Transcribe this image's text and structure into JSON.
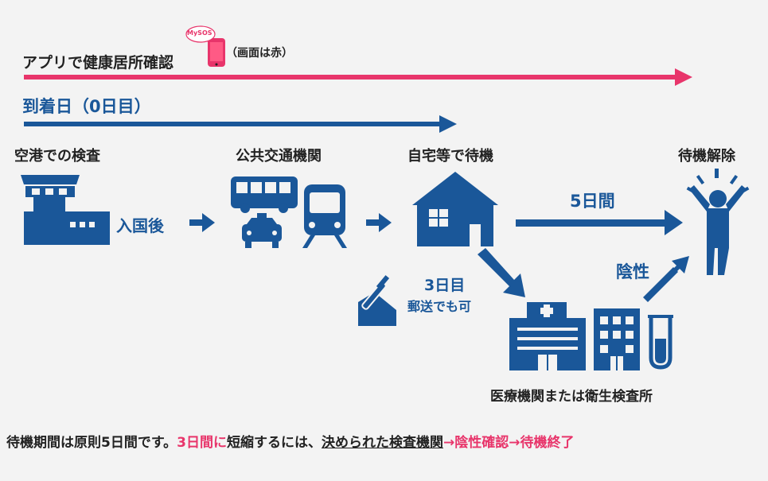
{
  "app_check": {
    "label": "アプリで健康居所確認",
    "phone_badge": "MySOS",
    "note": "（画面は赤）"
  },
  "arrival": {
    "label": "到着日（0日目）"
  },
  "steps": {
    "airport": "空港での検査",
    "transport": "公共交通機関",
    "home": "自宅等で待機",
    "release": "待機解除"
  },
  "arrows": {
    "after_entry": "入国後",
    "five_days": "5日間",
    "negative": "陰性"
  },
  "day3": {
    "title": "3日目",
    "sub": "郵送でも可"
  },
  "facility": {
    "label": "医療機関または衛生検査所"
  },
  "footer": {
    "part1": "待機期間は原則5日間です。",
    "part2": "3日間に",
    "part3": "短縮するには、",
    "part4": "決められた検査機関",
    "part5": "→",
    "part6": "陰性確認",
    "part7": "→",
    "part8": "待機終了"
  },
  "colors": {
    "blue": "#1a5799",
    "pink": "#e8356b",
    "bg": "#f3f3f3"
  },
  "icons": [
    "control-tower-icon",
    "bus-icon",
    "taxi-icon",
    "train-icon",
    "house-icon",
    "person-icon",
    "envelope-test-icon",
    "hospital-icon",
    "lab-building-icon",
    "test-tube-icon",
    "smartphone-icon"
  ]
}
